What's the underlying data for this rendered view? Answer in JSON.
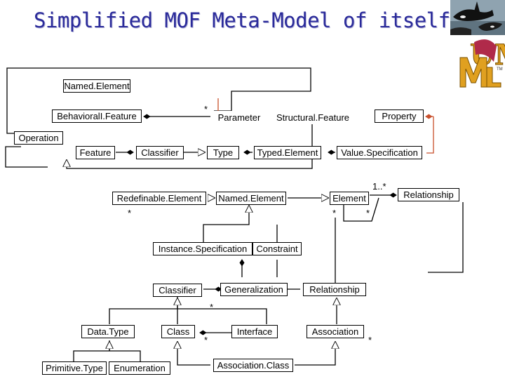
{
  "title": "Simplified MOF Meta-Model of itself",
  "logo": {
    "text": "UML",
    "trademark": "TM",
    "icon": "uml-logo"
  },
  "photo": {
    "icon": "orca-photo"
  },
  "colors": {
    "title": "#2a2a9a",
    "red_line": "#c8502d",
    "line": "#000000"
  },
  "classes": {
    "named_element_top": "Named.Element",
    "behavioral_feature": "BehavioralI.Feature",
    "parameter": "Parameter",
    "structural_feature": "Structural.Feature",
    "property": "Property",
    "operation": "Operation",
    "feature": "Feature",
    "classifier_top": "Classifier",
    "type": "Type",
    "typed_element": "Typed.Element",
    "value_specification": "Value.Specification",
    "redefinable_element": "Redefinable.Element",
    "named_element_mid": "Named.Element",
    "element": "Element",
    "relationship_right": "Relationship",
    "instance_specification": "Instance.Specification",
    "constraint": "Constraint",
    "classifier_mid": "Classifier",
    "generalization": "Generalization",
    "relationship_mid": "Relationship",
    "data_type": "Data.Type",
    "class": "Class",
    "interface": "Interface",
    "association": "Association",
    "primitive_type": "Primitive.Type",
    "enumeration": "Enumeration",
    "association_class": "Association.Class"
  },
  "multiplicities": {
    "parameter_star": "*",
    "element_one_many": "1..*",
    "redefinable_star": "*",
    "element_star_left": "*",
    "element_star_right": "*",
    "generalization_star": "*",
    "class_star": "*",
    "association_star": "*"
  }
}
